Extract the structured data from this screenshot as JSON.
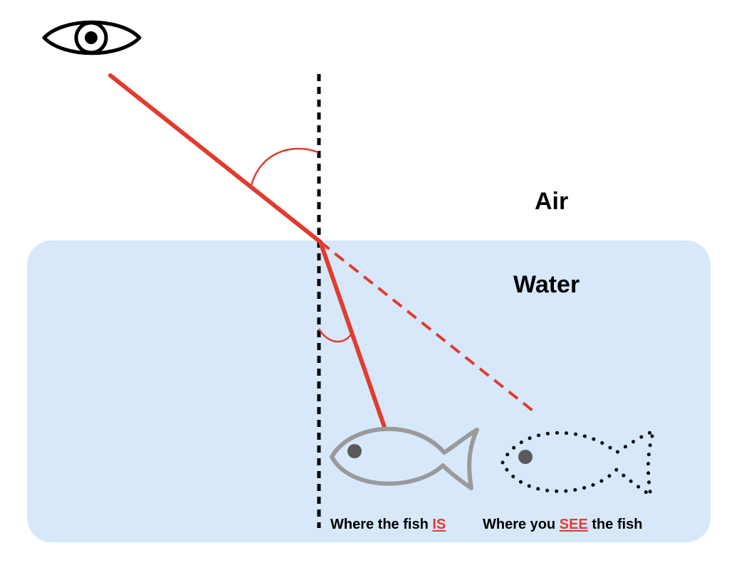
{
  "colors": {
    "water": "#d7e8fb",
    "ray": "#e23b2e",
    "normal": "#000000",
    "real_fish": "#9a9a9a",
    "fish_eye": "#5a5a5a",
    "apparent_fish": "#000000",
    "observer_eye": "#000000"
  },
  "icons": {
    "observer": "eye-icon",
    "real_fish": "fish-icon",
    "apparent_fish": "dotted-fish-icon"
  },
  "regions": {
    "air_label": "Air",
    "water_label": "Water"
  },
  "captions": {
    "real": {
      "prefix": "Where the fish ",
      "highlight": "IS",
      "suffix": ""
    },
    "apparent": {
      "prefix": "Where you ",
      "highlight": "SEE",
      "suffix": " the fish"
    }
  }
}
